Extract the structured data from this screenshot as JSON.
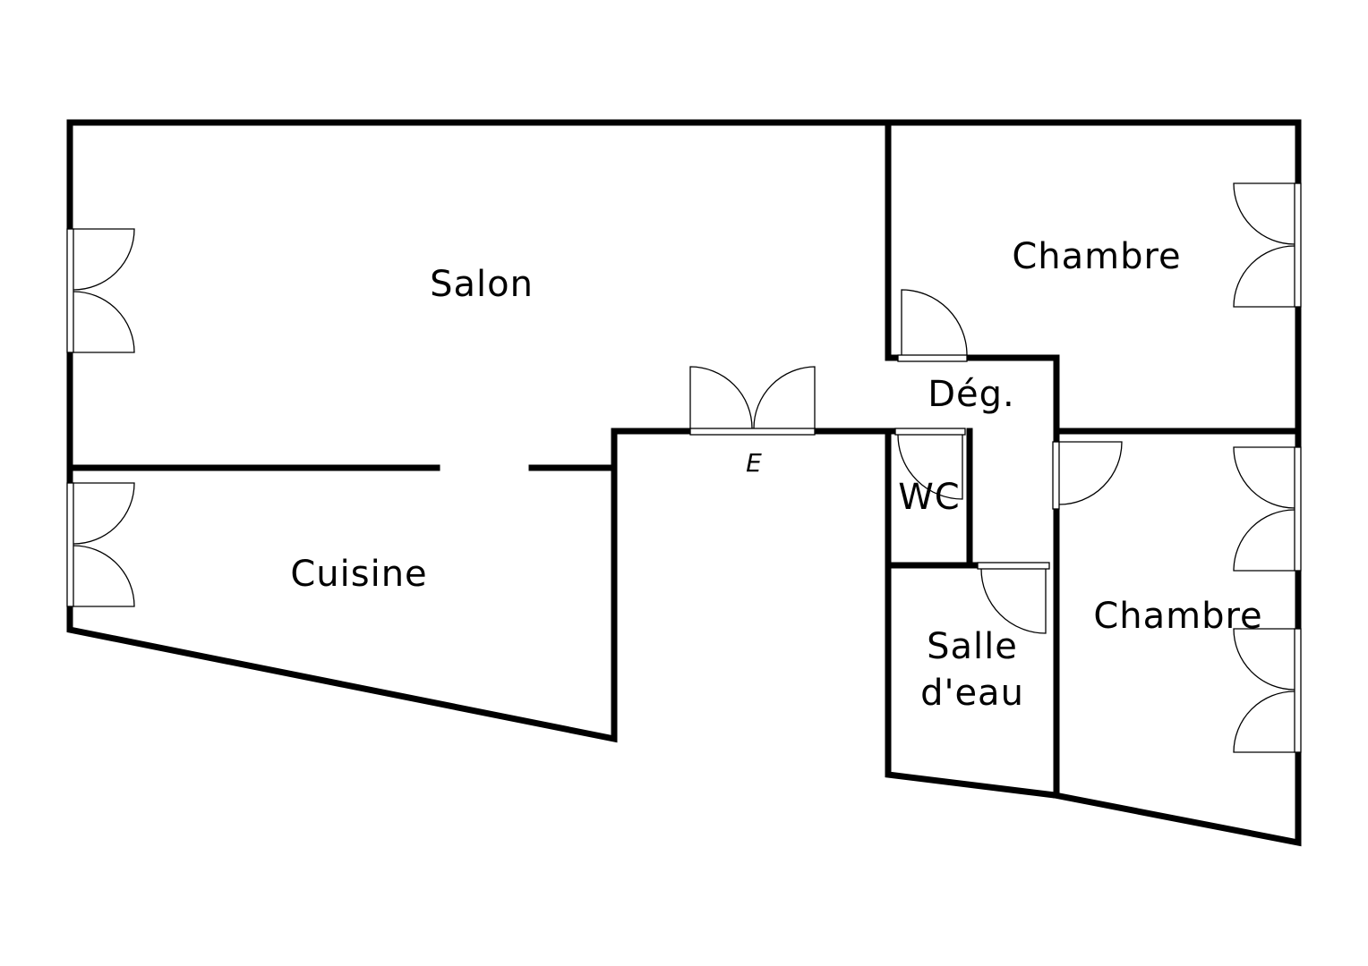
{
  "rooms": {
    "salon": "Salon",
    "cuisine": "Cuisine",
    "chambre_1": "Chambre",
    "chambre_2": "Chambre",
    "degagement": "Dég.",
    "wc": "WC",
    "salle_deau_line1": "Salle",
    "salle_deau_line2": "d'eau"
  },
  "entrance": {
    "marker": "E"
  },
  "colors": {
    "wall": "#000000",
    "background": "#ffffff"
  }
}
